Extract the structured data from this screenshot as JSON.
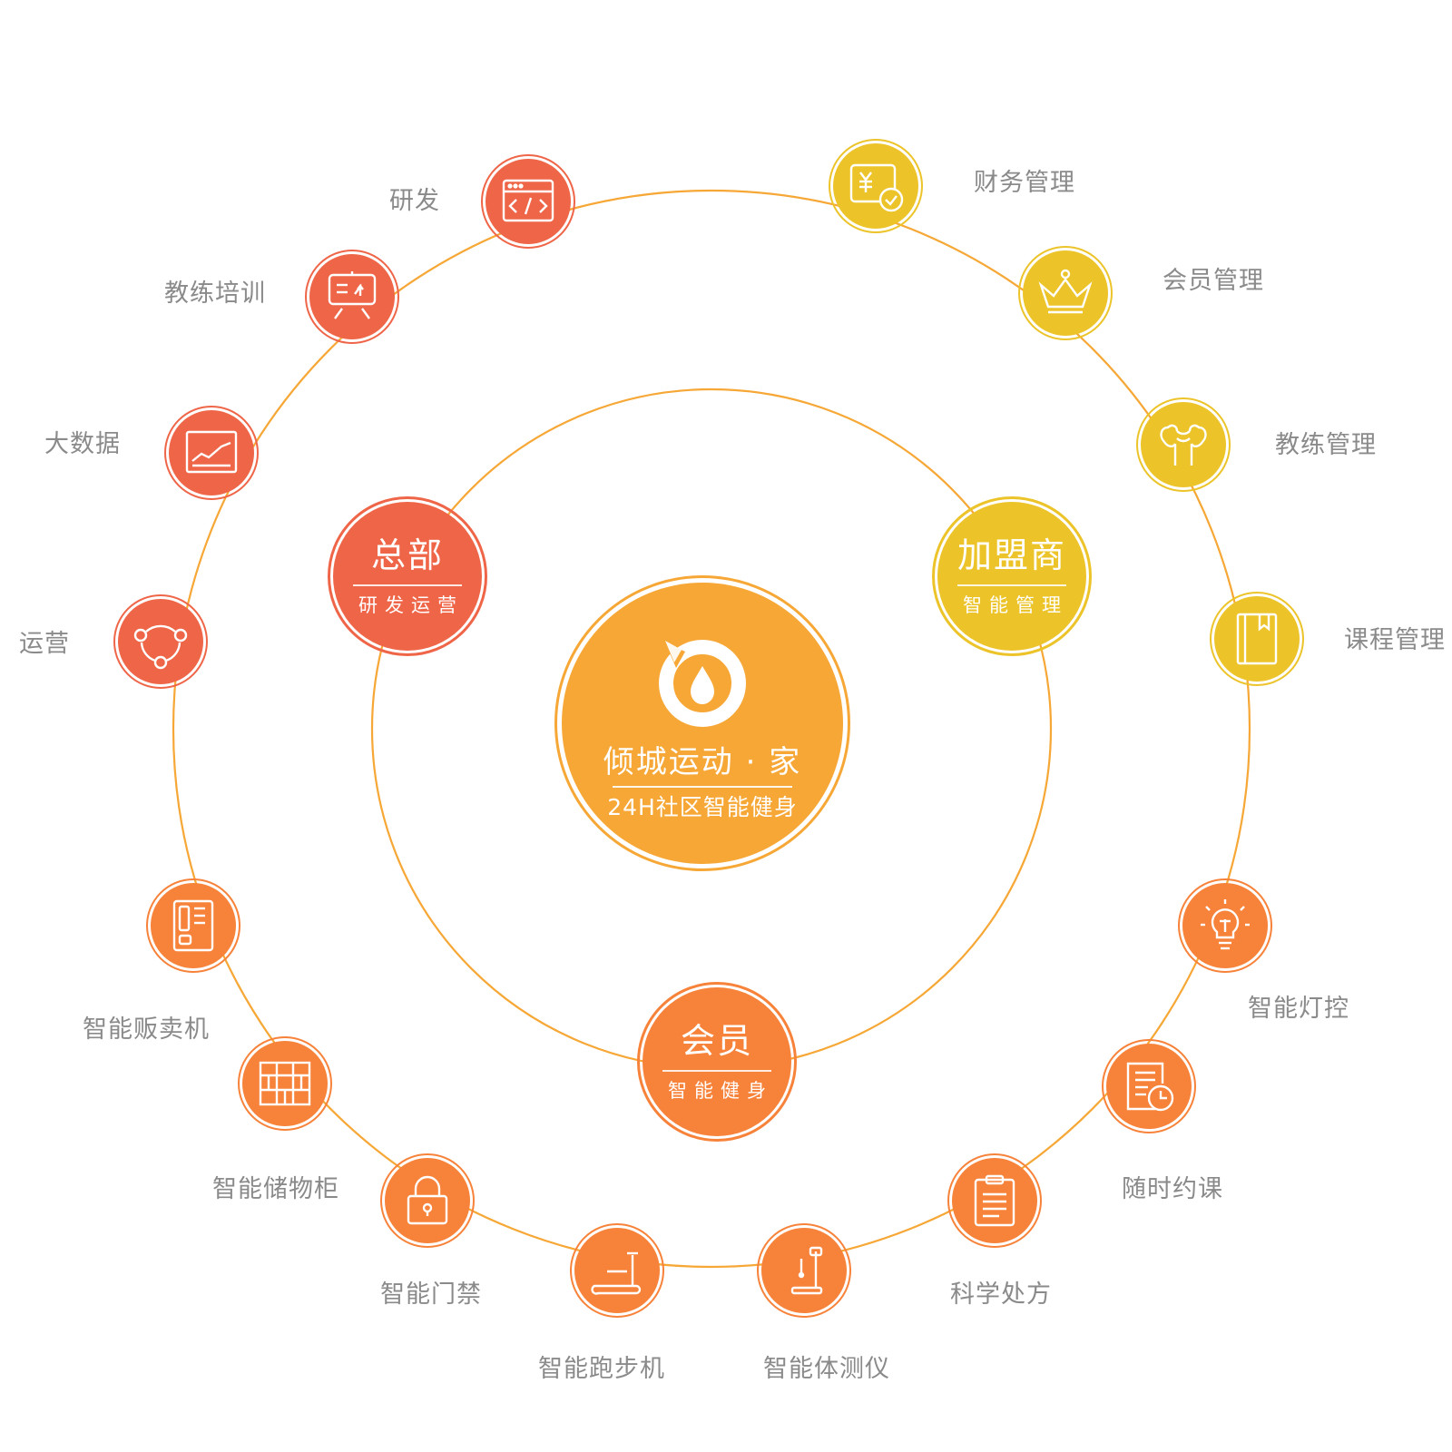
{
  "colors": {
    "red": "#ef6548",
    "yellow": "#ecc42a",
    "orange": "#f7823a",
    "center": "#f6a735",
    "ring": "#f6a735",
    "label": "#8a8a8a"
  },
  "center": {
    "brand": "倾城运动 · 家",
    "tagline": "24H社区智能健身",
    "logo_icon": "drop-ring-logo-icon"
  },
  "hubs": {
    "hq": {
      "title": "总部",
      "subtitle": "研发运营"
    },
    "franchise": {
      "title": "加盟商",
      "subtitle": "智能管理"
    },
    "member": {
      "title": "会员",
      "subtitle": "智能健身"
    }
  },
  "nodes": {
    "rnd": {
      "label": "研发",
      "icon": "code-window-icon",
      "group": "red"
    },
    "coach_training": {
      "label": "教练培训",
      "icon": "presentation-board-icon",
      "group": "red"
    },
    "big_data": {
      "label": "大数据",
      "icon": "line-chart-icon",
      "group": "red"
    },
    "operations": {
      "label": "运营",
      "icon": "share-network-icon",
      "group": "red"
    },
    "finance": {
      "label": "财务管理",
      "icon": "yen-check-icon",
      "group": "yellow"
    },
    "member_mgmt": {
      "label": "会员管理",
      "icon": "crown-icon",
      "group": "yellow"
    },
    "coach_mgmt": {
      "label": "教练管理",
      "icon": "muscle-icon",
      "group": "yellow"
    },
    "course_mgmt": {
      "label": "课程管理",
      "icon": "book-icon",
      "group": "yellow"
    },
    "vending": {
      "label": "智能贩卖机",
      "icon": "vending-machine-icon",
      "group": "orange"
    },
    "locker": {
      "label": "智能储物柜",
      "icon": "locker-grid-icon",
      "group": "orange"
    },
    "door": {
      "label": "智能门禁",
      "icon": "padlock-icon",
      "group": "orange"
    },
    "treadmill": {
      "label": "智能跑步机",
      "icon": "treadmill-icon",
      "group": "orange"
    },
    "body_test": {
      "label": "智能体测仪",
      "icon": "body-scale-icon",
      "group": "orange"
    },
    "prescription": {
      "label": "科学处方",
      "icon": "clipboard-icon",
      "group": "orange"
    },
    "booking": {
      "label": "随时约课",
      "icon": "schedule-clock-icon",
      "group": "orange"
    },
    "lighting": {
      "label": "智能灯控",
      "icon": "light-bulb-icon",
      "group": "orange"
    }
  }
}
